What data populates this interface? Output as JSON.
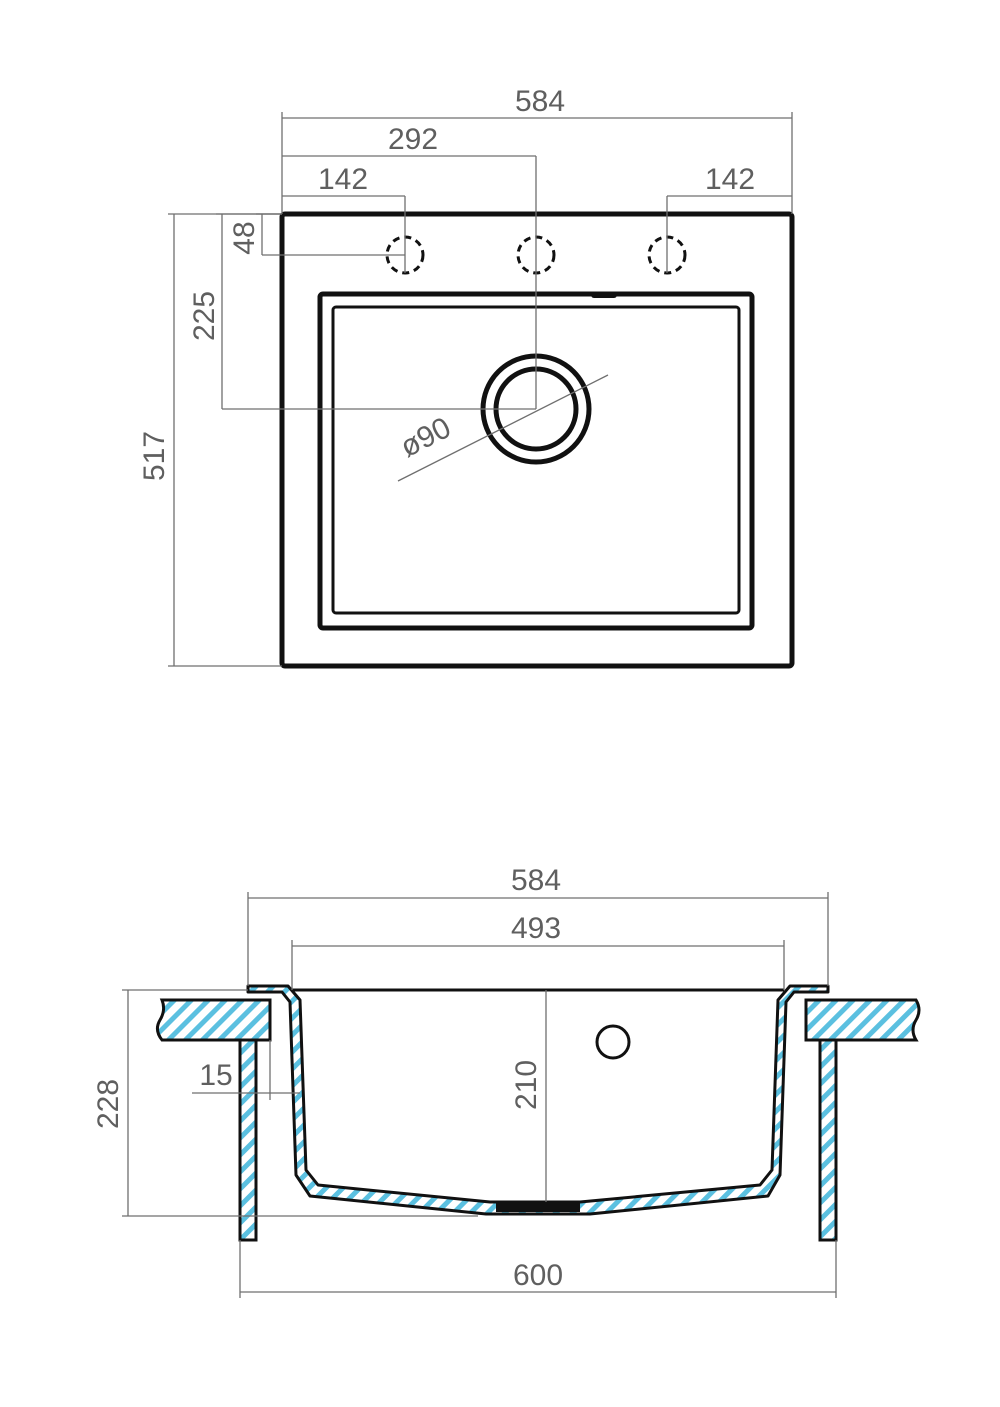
{
  "top_view": {
    "overall_width": "584",
    "center_offset": "292",
    "left_hole_offset": "142",
    "right_hole_offset": "142",
    "hole_edge_offset": "48",
    "drain_center_offset": "225",
    "overall_depth": "517",
    "drain_diameter": "ø90"
  },
  "section_view": {
    "overall_width": "584",
    "bowl_width": "493",
    "bowl_depth": "210",
    "total_height": "228",
    "wall_offset": "15",
    "cabinet_width": "600"
  },
  "colors": {
    "outline": "#111111",
    "dimension": "#6f6f6f",
    "hatch_fill": "#5bc0e0"
  }
}
